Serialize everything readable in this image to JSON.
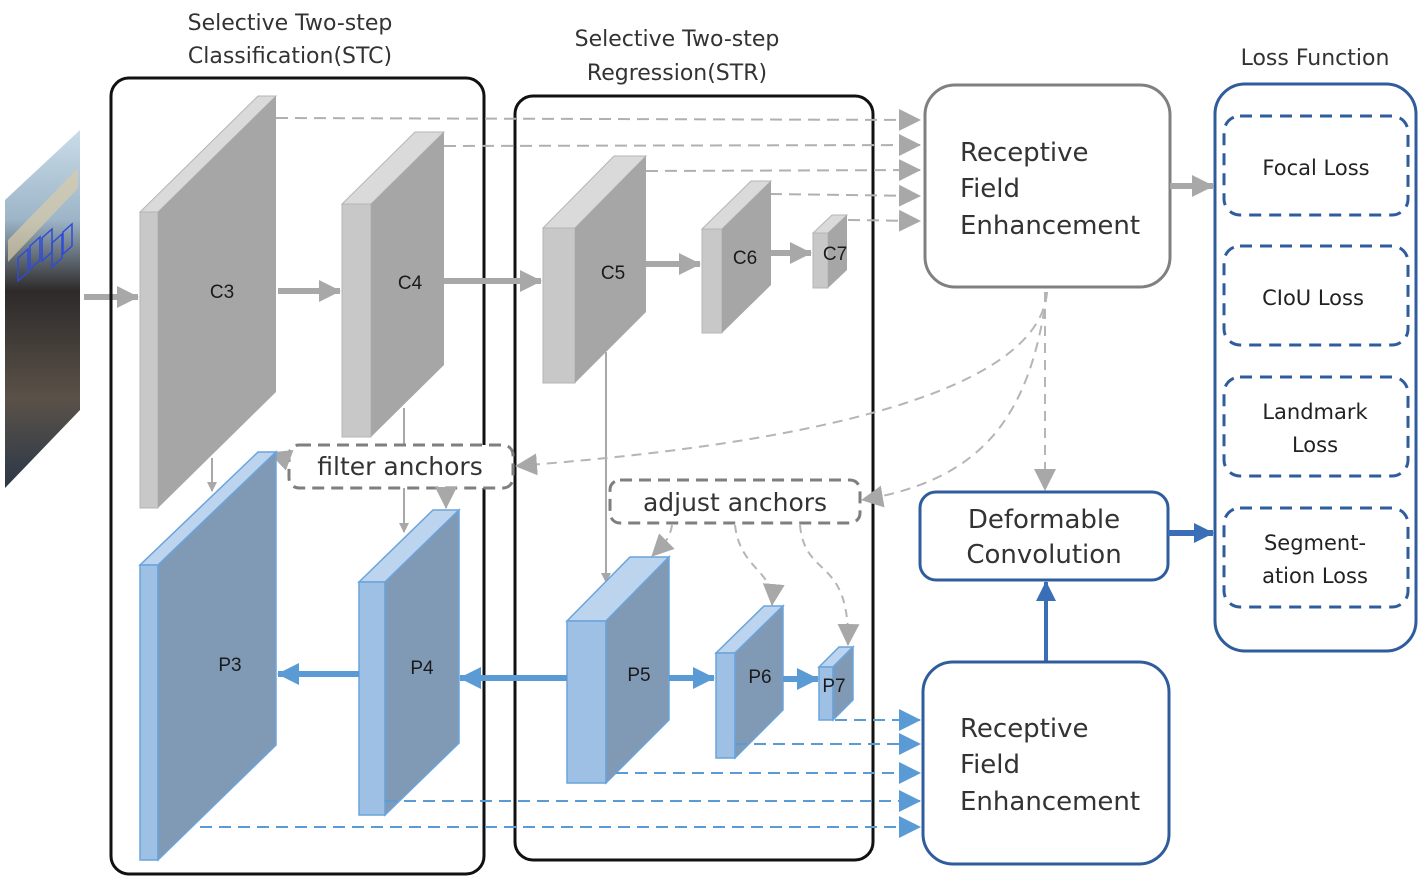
{
  "stc": {
    "title_line1": "Selective Two-step",
    "title_line2": "Classification(STC)"
  },
  "str": {
    "title_line1": "Selective Two-step",
    "title_line2": "Regression(STR)"
  },
  "backbone_layers": [
    {
      "id": "C3",
      "label": "C3"
    },
    {
      "id": "C4",
      "label": "C4"
    },
    {
      "id": "C5",
      "label": "C5"
    },
    {
      "id": "C6",
      "label": "C6"
    },
    {
      "id": "C7",
      "label": "C7"
    }
  ],
  "pyramid_layers": [
    {
      "id": "P3",
      "label": "P3"
    },
    {
      "id": "P4",
      "label": "P4"
    },
    {
      "id": "P5",
      "label": "P5"
    },
    {
      "id": "P6",
      "label": "P6"
    },
    {
      "id": "P7",
      "label": "P7"
    }
  ],
  "filter_anchors": "filter anchors",
  "adjust_anchors": "adjust anchors",
  "rfe_top": {
    "line1": "Receptive",
    "line2": "Field",
    "line3": "Enhancement"
  },
  "rfe_bottom": {
    "line1": "Receptive",
    "line2": "Field",
    "line3": "Enhancement"
  },
  "deformable": {
    "line1": "Deformable",
    "line2": "Convolution"
  },
  "loss": {
    "title": "Loss Function",
    "items": [
      {
        "line1": "Focal Loss",
        "line2": ""
      },
      {
        "line1": "CIoU Loss",
        "line2": ""
      },
      {
        "line1": "Landmark",
        "line2": "Loss"
      },
      {
        "line1": "Segment-",
        "line2": "ation Loss"
      }
    ]
  },
  "input_image": {
    "icon": "group-photo-image"
  },
  "colors": {
    "gray_arrow": "#a8a8a8",
    "blue_arrow": "#5b9bd5",
    "dark_blue_border": "#2f5c9c",
    "gray_border": "#7f7f7f",
    "backbone_front": "#a6a6a6",
    "backbone_side": "#c8c8c8",
    "backbone_top": "#dadada",
    "pyramid_front": "#8099b4",
    "pyramid_side": "#9dc0e4",
    "pyramid_top": "#bcd4ee"
  }
}
